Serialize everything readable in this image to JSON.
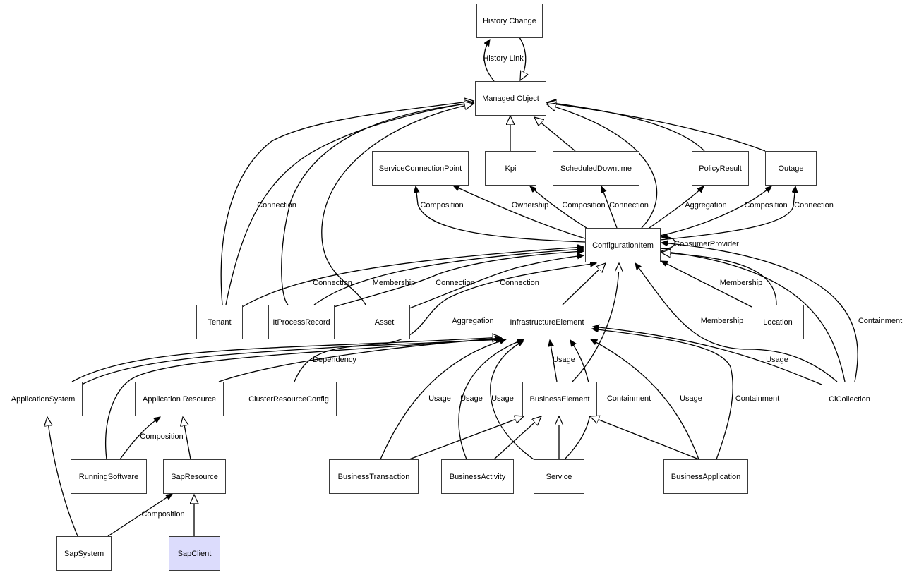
{
  "diagram": {
    "highlight_color": "#dcdcfc",
    "nodes": [
      {
        "id": "history-change",
        "label": "History Change"
      },
      {
        "id": "managed-object",
        "label": "Managed Object"
      },
      {
        "id": "service-connection-point",
        "label": "ServiceConnectionPoint"
      },
      {
        "id": "kpi",
        "label": "Kpi"
      },
      {
        "id": "scheduled-downtime",
        "label": "ScheduledDowntime"
      },
      {
        "id": "policy-result",
        "label": "PolicyResult"
      },
      {
        "id": "outage",
        "label": "Outage"
      },
      {
        "id": "configuration-item",
        "label": "ConfigurationItem"
      },
      {
        "id": "tenant",
        "label": "Tenant"
      },
      {
        "id": "it-process-record",
        "label": "ItProcessRecord"
      },
      {
        "id": "asset",
        "label": "Asset"
      },
      {
        "id": "infrastructure-element",
        "label": "InfrastructureElement"
      },
      {
        "id": "location",
        "label": "Location"
      },
      {
        "id": "application-system",
        "label": "ApplicationSystem"
      },
      {
        "id": "application-resource",
        "label": "Application Resource"
      },
      {
        "id": "cluster-resource-config",
        "label": "ClusterResourceConfig"
      },
      {
        "id": "business-element",
        "label": "BusinessElement"
      },
      {
        "id": "ci-collection",
        "label": "CiCollection"
      },
      {
        "id": "running-software",
        "label": "RunningSoftware"
      },
      {
        "id": "sap-resource",
        "label": "SapResource"
      },
      {
        "id": "business-transaction",
        "label": "BusinessTransaction"
      },
      {
        "id": "business-activity",
        "label": "BusinessActivity"
      },
      {
        "id": "service",
        "label": "Service"
      },
      {
        "id": "business-application",
        "label": "BusinessApplication"
      },
      {
        "id": "sap-system",
        "label": "SapSystem"
      },
      {
        "id": "sap-client",
        "label": "SapClient",
        "highlighted": true
      }
    ],
    "edge_labels": [
      "History Link",
      "Connection",
      "Composition",
      "Ownership",
      "Composition",
      "Connection",
      "Aggregation",
      "Composition",
      "Connection",
      "ConsumerProvider",
      "Connection",
      "Membership",
      "Connection",
      "Connection",
      "Membership",
      "Aggregation",
      "Membership",
      "Containment",
      "Dependency",
      "Usage",
      "Usage",
      "Usage",
      "Usage",
      "Usage",
      "Containment",
      "Usage",
      "Containment",
      "Composition",
      "Composition"
    ]
  }
}
